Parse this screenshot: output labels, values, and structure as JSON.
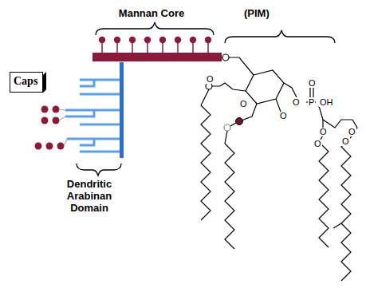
{
  "diagram": {
    "nodes": [
      {
        "text": [
          "Caps"
        ]
      }
    ],
    "labels": [
      "Mannan Core",
      "(PIM)",
      "Dendritic Arabinan Domain",
      "O",
      "O",
      "O",
      "P",
      "O",
      "OH",
      "O",
      "O",
      "O",
      "O",
      "O"
    ]
  }
}
